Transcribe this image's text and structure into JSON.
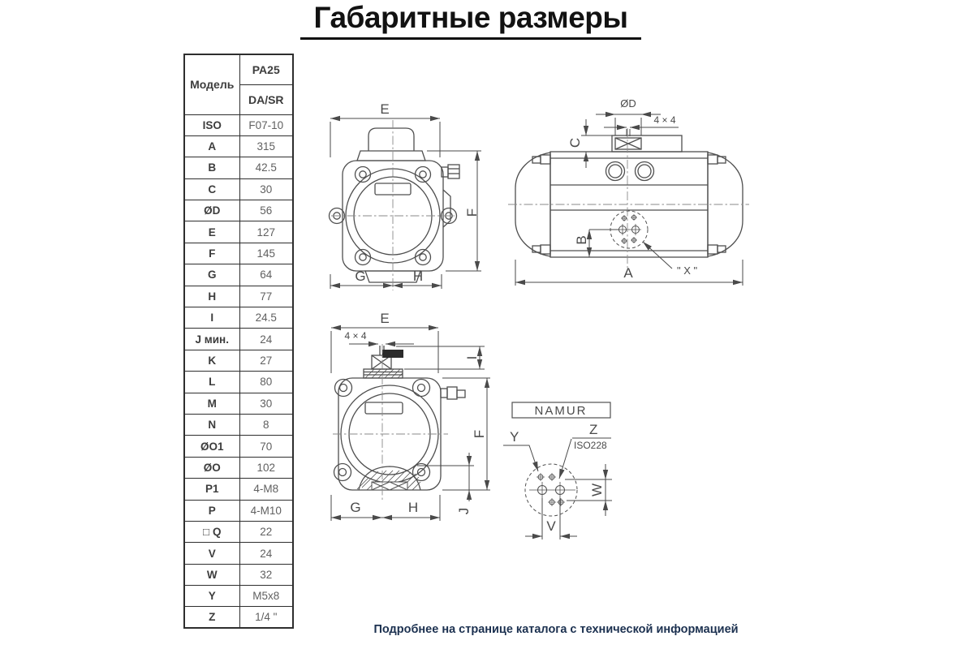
{
  "page": {
    "title": "Габаритные размеры",
    "footer": "Подробнее на странице каталога с технической информацией"
  },
  "colors": {
    "title_text": "#121212",
    "footer_text": "#1c3150",
    "drawing_line": "#4a4a4a",
    "table_line": "#2e2e2e"
  },
  "table": {
    "model_label": "Модель",
    "model_name": "PA25",
    "model_type": "DA/SR",
    "rows": [
      {
        "param": "ISO",
        "value": "F07-10"
      },
      {
        "param": "A",
        "value": "315"
      },
      {
        "param": "B",
        "value": "42.5"
      },
      {
        "param": "C",
        "value": "30"
      },
      {
        "param": "ØD",
        "value": "56"
      },
      {
        "param": "E",
        "value": "127"
      },
      {
        "param": "F",
        "value": "145"
      },
      {
        "param": "G",
        "value": "64"
      },
      {
        "param": "H",
        "value": "77"
      },
      {
        "param": "I",
        "value": "24.5"
      },
      {
        "param": "J мин.",
        "value": "24"
      },
      {
        "param": "K",
        "value": "27"
      },
      {
        "param": "L",
        "value": "80"
      },
      {
        "param": "M",
        "value": "30"
      },
      {
        "param": "N",
        "value": "8"
      },
      {
        "param": "ØO1",
        "value": "70"
      },
      {
        "param": "ØO",
        "value": "102"
      },
      {
        "param": "P1",
        "value": "4-M8"
      },
      {
        "param": "P",
        "value": "4-M10"
      },
      {
        "param": "□ Q",
        "value": "22"
      },
      {
        "param": "V",
        "value": "24"
      },
      {
        "param": "W",
        "value": "32"
      },
      {
        "param": "Y",
        "value": "M5x8"
      },
      {
        "param": "Z",
        "value": "1/4 \""
      }
    ]
  },
  "drawings": {
    "front_top": {
      "dim_e": "E",
      "dim_f": "F",
      "dim_g": "G",
      "dim_h": "H"
    },
    "side_view": {
      "dim_d": "ØD",
      "dim_key": "4 × 4",
      "dim_c": "C",
      "dim_b": "B",
      "dim_a": "A",
      "x_label": "\" X \""
    },
    "front_section": {
      "dim_e": "E",
      "dim_key": "4 × 4",
      "dim_i": "I",
      "dim_f": "F",
      "dim_j": "J",
      "dim_g": "G",
      "dim_h": "H"
    },
    "namur": {
      "title": "NAMUR",
      "dim_y": "Y",
      "dim_z": "Z",
      "iso_note": "ISO228",
      "dim_w": "W",
      "dim_v": "V"
    }
  }
}
